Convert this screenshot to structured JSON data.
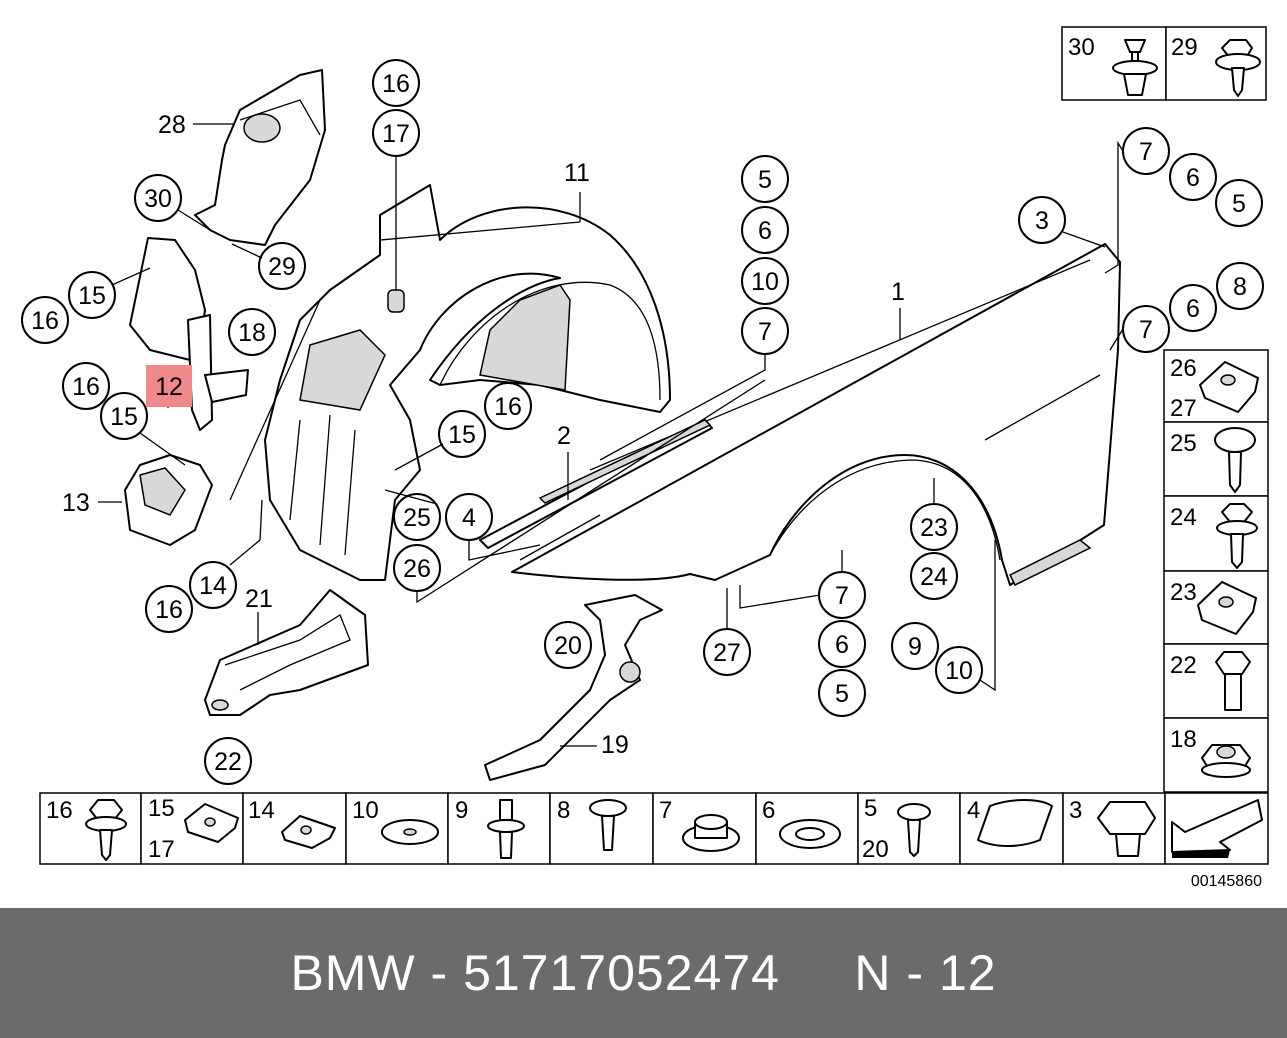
{
  "callouts": {
    "c16a": "16",
    "c17a": "17",
    "c11": "11",
    "c28": "28",
    "c30": "30",
    "c29": "29",
    "c15a": "15",
    "c16b": "16",
    "c18": "18",
    "c16c": "16",
    "c12": "12",
    "c15b": "15",
    "c13": "13",
    "c14": "14",
    "c16d": "16",
    "c21": "21",
    "c22": "22",
    "c16e": "16",
    "c15c": "15",
    "c25": "25",
    "c26": "26",
    "c4": "4",
    "c2": "2",
    "c5a": "5",
    "c6a": "6",
    "c10a": "10",
    "c7a": "7",
    "c1": "1",
    "c3": "3",
    "c7b": "7",
    "c6b": "6",
    "c5b": "5",
    "c8": "8",
    "c6c": "6",
    "c7c": "7",
    "c23": "23",
    "c24": "24",
    "c7d": "7",
    "c6d": "6",
    "c5c": "5",
    "c9": "9",
    "c10b": "10",
    "c27": "27",
    "c20": "20",
    "c19": "19"
  },
  "side_boxes": [
    {
      "id": "30",
      "num": "30"
    },
    {
      "id": "29",
      "num": "29"
    },
    {
      "id": "26-27",
      "num": "26",
      "num2": "27"
    },
    {
      "id": "25",
      "num": "25"
    },
    {
      "id": "24",
      "num": "24"
    },
    {
      "id": "23",
      "num": "23"
    },
    {
      "id": "22",
      "num": "22"
    },
    {
      "id": "18",
      "num": "18"
    }
  ],
  "bottom_boxes": [
    {
      "num": "16"
    },
    {
      "num": "15",
      "num2": "17"
    },
    {
      "num": "14"
    },
    {
      "num": "10"
    },
    {
      "num": "9"
    },
    {
      "num": "8"
    },
    {
      "num": "7"
    },
    {
      "num": "6"
    },
    {
      "num": "5",
      "num2": "20"
    },
    {
      "num": "4"
    },
    {
      "num": "3"
    }
  ],
  "diagram_code": "00145860",
  "footer": "BMW - 51717052474     N - 12",
  "colors": {
    "highlight": "#f08a8a",
    "footer_bg": "#6b6b6b",
    "footer_text": "#ffffff"
  }
}
